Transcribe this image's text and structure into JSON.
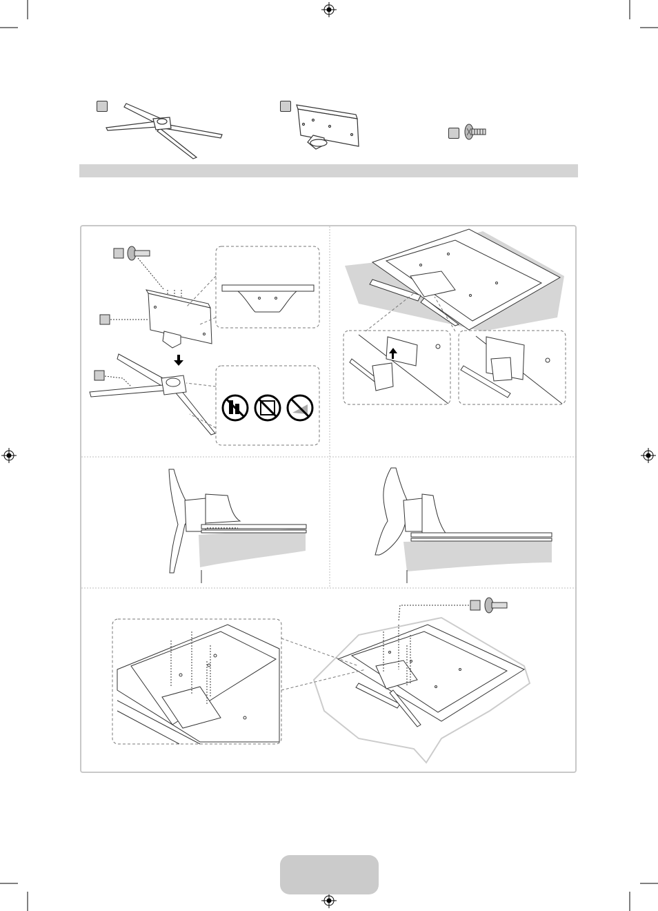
{
  "document": {
    "page_number": "",
    "parts_row": [
      {
        "id": "stand-base",
        "icon": "stand-base-icon"
      },
      {
        "id": "stand-neck-guide",
        "icon": "stand-guide-icon"
      },
      {
        "id": "screw",
        "icon": "screw-icon"
      }
    ],
    "steps": [
      {
        "id": "step-1",
        "icon": "assemble-stand-icon"
      },
      {
        "id": "step-2",
        "icon": "attach-to-tv-icon"
      },
      {
        "id": "step-3",
        "icon": "stand-side-view-icon"
      },
      {
        "id": "step-4",
        "icon": "stand-side-view-seated-icon"
      },
      {
        "id": "step-5",
        "icon": "fasten-screws-icon"
      }
    ],
    "warning_icons": [
      "no-chemicals-icon",
      "no-lean-icon",
      "no-spray-icon"
    ]
  }
}
